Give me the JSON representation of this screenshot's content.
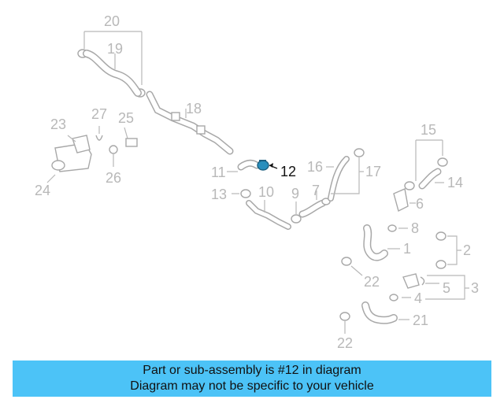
{
  "banner": {
    "line1": "Part or sub-assembly is #12 in diagram",
    "line2": "Diagram may not be specific to your vehicle",
    "color": "#4cc3f7"
  },
  "highlight_color": "#2a8fbd",
  "callouts": {
    "n1": "1",
    "n2": "2",
    "n3": "3",
    "n4": "4",
    "n5": "5",
    "n6": "6",
    "n7": "7",
    "n8": "8",
    "n9": "9",
    "n10": "10",
    "n11": "11",
    "n12": "12",
    "n13": "13",
    "n14": "14",
    "n15": "15",
    "n16": "16",
    "n17": "17",
    "n18": "18",
    "n19": "19",
    "n20": "20",
    "n21": "21",
    "n22a": "22",
    "n22b": "22",
    "n23": "23",
    "n24": "24",
    "n25": "25",
    "n26": "26",
    "n27": "27"
  }
}
